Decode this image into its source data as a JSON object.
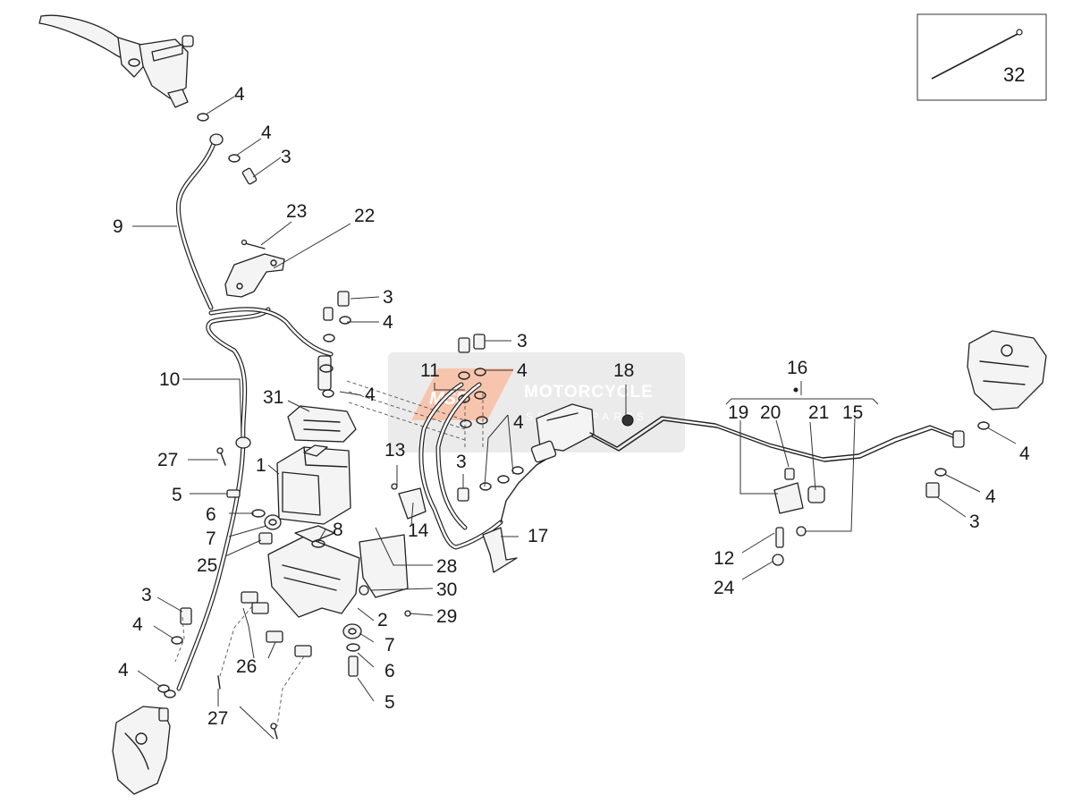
{
  "brand": {
    "watermark_line1": "MOTORCYCLE",
    "watermark_line2": "SPARE PARTS",
    "badge": "MSP",
    "accent": "#e8511f"
  },
  "callouts": {
    "c32": "32",
    "c4a": "4",
    "c4b": "4",
    "c3a": "3",
    "c9": "9",
    "c23": "23",
    "c22": "22",
    "c3b": "3",
    "c4c": "4",
    "c10": "10",
    "c3c": "3",
    "c11": "11",
    "c4d": "4",
    "c18": "18",
    "c4e": "4",
    "c31": "31",
    "c4f": "4",
    "c16": "16",
    "c19": "19",
    "c20": "20",
    "c21": "21",
    "c15": "15",
    "c4g": "4",
    "c4h": "4",
    "c3d": "3",
    "c27a": "27",
    "c1": "1",
    "c13": "13",
    "c3e": "3",
    "c5a": "5",
    "c6a": "6",
    "c7a": "7",
    "c25": "25",
    "c8": "8",
    "c14": "14",
    "c17": "17",
    "c28": "28",
    "c30": "30",
    "c12": "12",
    "c24": "24",
    "c3f": "3",
    "c4i": "4",
    "c2": "2",
    "c29": "29",
    "c7b": "7",
    "c4j": "4",
    "c26": "26",
    "c6b": "6",
    "c5b": "5",
    "c27b": "27"
  }
}
